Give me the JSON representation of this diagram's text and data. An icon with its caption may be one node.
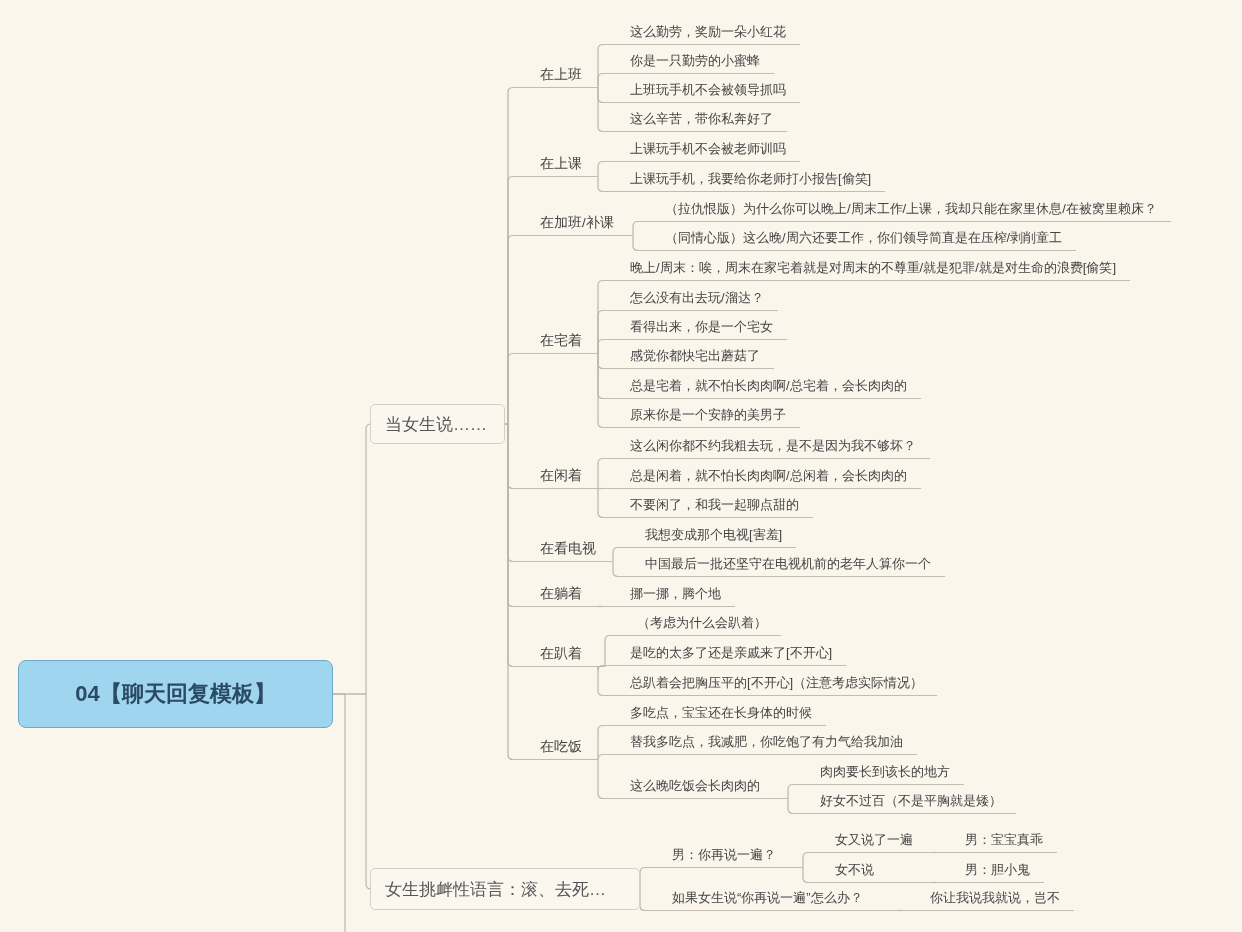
{
  "diagram": {
    "nodes": [
      {
        "text": [
          "04【聊天回复模板】"
        ]
      },
      {
        "text": [
          "当女生说……"
        ]
      },
      {
        "text": [
          "在上班"
        ]
      },
      {
        "text": [
          "这么勤劳，奖励一朵小红花"
        ]
      },
      {
        "text": [
          "你是一只勤劳的小蜜蜂"
        ]
      },
      {
        "text": [
          "上班玩手机不会被领导抓吗"
        ]
      },
      {
        "text": [
          "这么辛苦，带你私奔好了"
        ]
      },
      {
        "text": [
          "在上课"
        ]
      },
      {
        "text": [
          "上课玩手机不会被老师训吗"
        ]
      },
      {
        "text": [
          "上课玩手机，我要给你老师打小报告[偷笑]"
        ]
      },
      {
        "text": [
          "在加班/补课"
        ]
      },
      {
        "text": [
          "（拉仇恨版）为什么你可以晚上/周末工作/上课，我却只能在家里休息/在被窝里赖床？"
        ]
      },
      {
        "text": [
          "（同情心版）这么晚/周六还要工作，你们领导简直是在压榨/剥削童工"
        ]
      },
      {
        "text": [
          "在宅着"
        ]
      },
      {
        "text": [
          "晚上/周末：唉，周末在家宅着就是对周末的不尊重/就是犯罪/就是对生命的浪费[偷笑]"
        ]
      },
      {
        "text": [
          "怎么没有出去玩/溜达？"
        ]
      },
      {
        "text": [
          "看得出来，你是一个宅女"
        ]
      },
      {
        "text": [
          "感觉你都快宅出蘑菇了"
        ]
      },
      {
        "text": [
          "总是宅着，就不怕长肉肉啊/总宅着，会长肉肉的"
        ]
      },
      {
        "text": [
          "原来你是一个安静的美男子"
        ]
      },
      {
        "text": [
          "在闲着"
        ]
      },
      {
        "text": [
          "这么闲你都不约我粗去玩，是不是因为我不够坏？"
        ]
      },
      {
        "text": [
          "总是闲着，就不怕长肉肉啊/总闲着，会长肉肉的"
        ]
      },
      {
        "text": [
          "不要闲了，和我一起聊点甜的"
        ]
      },
      {
        "text": [
          "在看电视"
        ]
      },
      {
        "text": [
          "我想变成那个电视[害羞]"
        ]
      },
      {
        "text": [
          "中国最后一批还坚守在电视机前的老年人算你一个"
        ]
      },
      {
        "text": [
          "在躺着"
        ]
      },
      {
        "text": [
          "挪一挪，腾个地"
        ]
      },
      {
        "text": [
          "在趴着"
        ]
      },
      {
        "text": [
          "（考虑为什么会趴着）"
        ]
      },
      {
        "text": [
          "是吃的太多了还是亲戚来了[不开心]"
        ]
      },
      {
        "text": [
          "总趴着会把胸压平的[不开心]（注意考虑实际情况）"
        ]
      },
      {
        "text": [
          "在吃饭"
        ]
      },
      {
        "text": [
          "多吃点，宝宝还在长身体的时候"
        ]
      },
      {
        "text": [
          "替我多吃点，我减肥，你吃饱了有力气给我加油"
        ]
      },
      {
        "text": [
          "这么晚吃饭会长肉肉的"
        ]
      },
      {
        "text": [
          "肉肉要长到该长的地方"
        ]
      },
      {
        "text": [
          "好女不过百（不是平胸就是矮）"
        ]
      },
      {
        "text": [
          "女生挑衅性语言：滚、去死…"
        ]
      },
      {
        "text": [
          "男：你再说一遍？"
        ]
      },
      {
        "text": [
          "女又说了一遍"
        ]
      },
      {
        "text": [
          "男：宝宝真乖"
        ]
      },
      {
        "text": [
          "女不说"
        ]
      },
      {
        "text": [
          "男：胆小鬼"
        ]
      },
      {
        "text": [
          "如果女生说“你再说一遍”怎么办？"
        ]
      },
      {
        "text": [
          "你让我说我就说，岂不"
        ]
      }
    ],
    "edges": [
      {
        "from": 0,
        "to": 1,
        "arrow": "none"
      },
      {
        "from": 0,
        "to": 39,
        "arrow": "none"
      },
      {
        "from": 0,
        "to": null,
        "arrow": "none"
      },
      {
        "from": 1,
        "to": 2,
        "arrow": "none"
      },
      {
        "from": 1,
        "to": 7,
        "arrow": "none"
      },
      {
        "from": 1,
        "to": 10,
        "arrow": "none"
      },
      {
        "from": 1,
        "to": 13,
        "arrow": "none"
      },
      {
        "from": 1,
        "to": 20,
        "arrow": "none"
      },
      {
        "from": 1,
        "to": 24,
        "arrow": "none"
      },
      {
        "from": 1,
        "to": 27,
        "arrow": "none"
      },
      {
        "from": 1,
        "to": 29,
        "arrow": "none"
      },
      {
        "from": 1,
        "to": 33,
        "arrow": "none"
      },
      {
        "from": 2,
        "to": 3,
        "arrow": "none"
      },
      {
        "from": 2,
        "to": 4,
        "arrow": "none"
      },
      {
        "from": 2,
        "to": 5,
        "arrow": "none"
      },
      {
        "from": 2,
        "to": 6,
        "arrow": "none"
      },
      {
        "from": 7,
        "to": 8,
        "arrow": "none"
      },
      {
        "from": 7,
        "to": 9,
        "arrow": "none"
      },
      {
        "from": 10,
        "to": 11,
        "arrow": "none"
      },
      {
        "from": 10,
        "to": 12,
        "arrow": "none"
      },
      {
        "from": 13,
        "to": 14,
        "arrow": "none"
      },
      {
        "from": 13,
        "to": 15,
        "arrow": "none"
      },
      {
        "from": 13,
        "to": 16,
        "arrow": "none"
      },
      {
        "from": 13,
        "to": 17,
        "arrow": "none"
      },
      {
        "from": 13,
        "to": 18,
        "arrow": "none"
      },
      {
        "from": 13,
        "to": 19,
        "arrow": "none"
      },
      {
        "from": 20,
        "to": 21,
        "arrow": "none"
      },
      {
        "from": 20,
        "to": 22,
        "arrow": "none"
      },
      {
        "from": 20,
        "to": 23,
        "arrow": "none"
      },
      {
        "from": 24,
        "to": 25,
        "arrow": "none"
      },
      {
        "from": 24,
        "to": 26,
        "arrow": "none"
      },
      {
        "from": 27,
        "to": 28,
        "arrow": "none"
      },
      {
        "from": 29,
        "to": 30,
        "arrow": "none"
      },
      {
        "from": 29,
        "to": 31,
        "arrow": "none"
      },
      {
        "from": 29,
        "to": 32,
        "arrow": "none"
      },
      {
        "from": 33,
        "to": 34,
        "arrow": "none"
      },
      {
        "from": 33,
        "to": 35,
        "arrow": "none"
      },
      {
        "from": 33,
        "to": 36,
        "arrow": "none"
      },
      {
        "from": 36,
        "to": 37,
        "arrow": "none"
      },
      {
        "from": 36,
        "to": 38,
        "arrow": "none"
      },
      {
        "from": 39,
        "to": 40,
        "arrow": "none"
      },
      {
        "from": 39,
        "to": 45,
        "arrow": "none"
      },
      {
        "from": 40,
        "to": 41,
        "arrow": "none"
      },
      {
        "from": 40,
        "to": 43,
        "arrow": "none"
      },
      {
        "from": 41,
        "to": 42,
        "arrow": "none"
      },
      {
        "from": 43,
        "to": 44,
        "arrow": "none"
      },
      {
        "from": 45,
        "to": 46,
        "arrow": "none"
      }
    ]
  }
}
